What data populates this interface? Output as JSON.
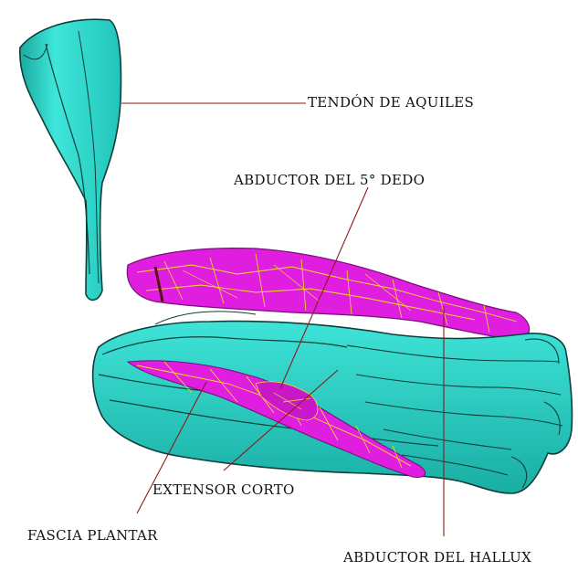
{
  "labels": {
    "tendon_aquiles": "TENDÓN DE AQUILES",
    "abductor_5_dedo": "ABDUCTOR DEL 5° DEDO",
    "extensor_corto": "EXTENSOR CORTO",
    "fascia_plantar": "FASCIA PLANTAR",
    "abductor_hallux": "ABDUCTOR DEL HALLUX"
  },
  "colors": {
    "bone": "#27d3c8",
    "bone_edge": "#0d3f3c",
    "muscle": "#e01ee0",
    "mesh": "#f2e418",
    "leader": "#8b1a1a"
  }
}
